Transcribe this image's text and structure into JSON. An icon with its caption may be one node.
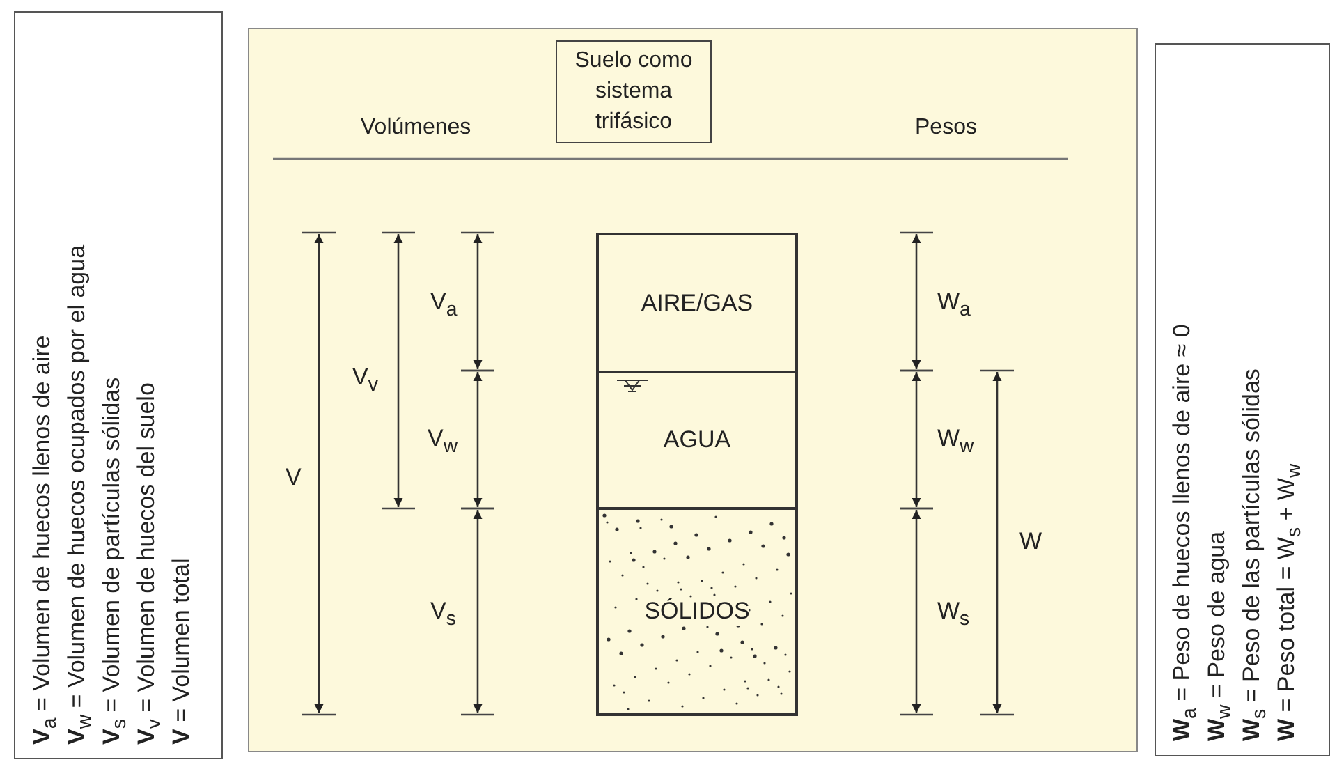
{
  "diagram": {
    "nodes": [
      {
        "text": [
          "**V**$_{a}$ = Volumen de huecos llenos de aire",
          "**V**$_{w}$ = Volumen de huecos ocupados por el agua",
          "**V**$_{s}$ = Volumen de partículas sólidas",
          "**V**$_{v}$ = Volumen de huecos del suelo",
          "**V** = Volumen total"
        ]
      },
      {
        "text": [
          "Volúmenes",
          "Pesos"
        ]
      },
      {
        "text": [
          "Suelo como sistema trifásico"
        ],
        "in": 1
      },
      {
        "text": [
          "AIRE/GAS"
        ],
        "in": 1
      },
      {
        "text": [
          "AGUA"
        ],
        "in": 1
      },
      {
        "text": [
          "SÓLIDOS"
        ],
        "in": 1
      },
      {
        "text": [
          "**W**$_{a}$ = Peso de huecos llenos de aire ≈ 0",
          "**W**$_{w}$ = Peso de agua",
          "**W**$_{s}$ = Peso de las partículas sólidas",
          "**W** = Peso total = W$_{s}$ + W$_{w}$"
        ]
      }
    ],
    "edges": [],
    "labels": [
      "V$_{a}$",
      "V$_{v}$",
      "V",
      "V$_{w}$",
      "V$_{s}$",
      "W$_{a}$",
      "W$_{w}$",
      "W",
      "W$_{s}$"
    ]
  }
}
